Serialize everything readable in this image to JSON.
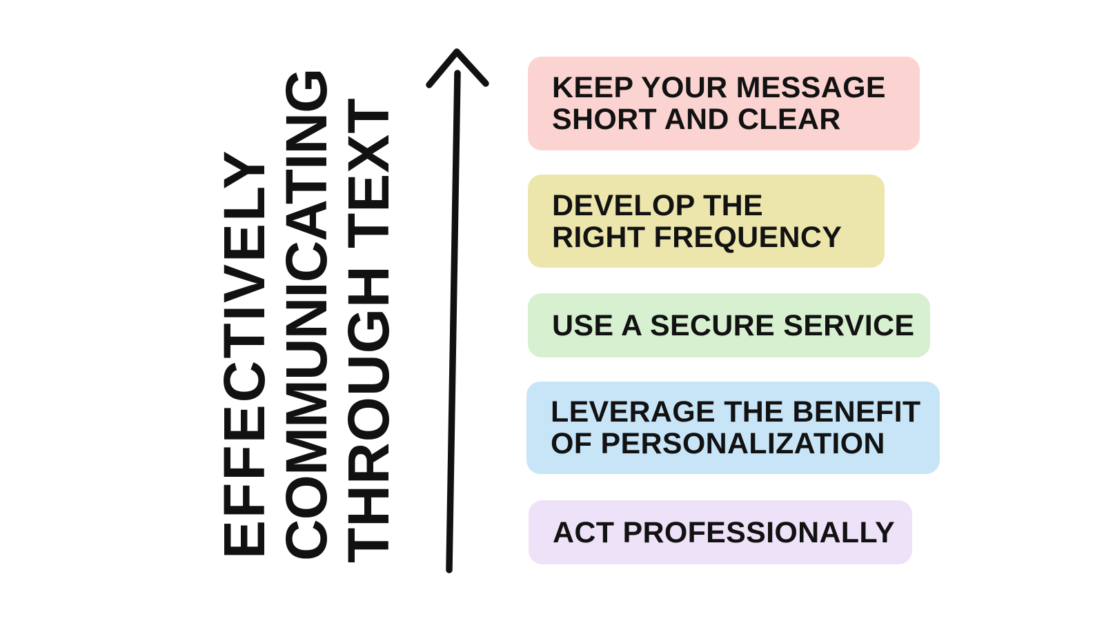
{
  "title": {
    "lines": [
      "EFFECTIVELY",
      "COMMUNICATING",
      "THROUGH TEXT"
    ],
    "color": "#111111"
  },
  "arrow": {
    "direction": "up",
    "color": "#111111"
  },
  "steps": [
    {
      "lines": [
        "KEEP YOUR MESSAGE",
        "SHORT AND CLEAR"
      ],
      "bg": "#fbd4d2"
    },
    {
      "lines": [
        "DEVELOP THE",
        "RIGHT FREQUENCY"
      ],
      "bg": "#ece6ad"
    },
    {
      "lines": [
        "USE A SECURE SERVICE"
      ],
      "bg": "#d6f0d0"
    },
    {
      "lines": [
        "LEVERAGE THE BENEFIT",
        "OF PERSONALIZATION"
      ],
      "bg": "#c8e5f8"
    },
    {
      "lines": [
        "ACT PROFESSIONALLY"
      ],
      "bg": "#eee2f8"
    }
  ],
  "text_color": "#121212"
}
